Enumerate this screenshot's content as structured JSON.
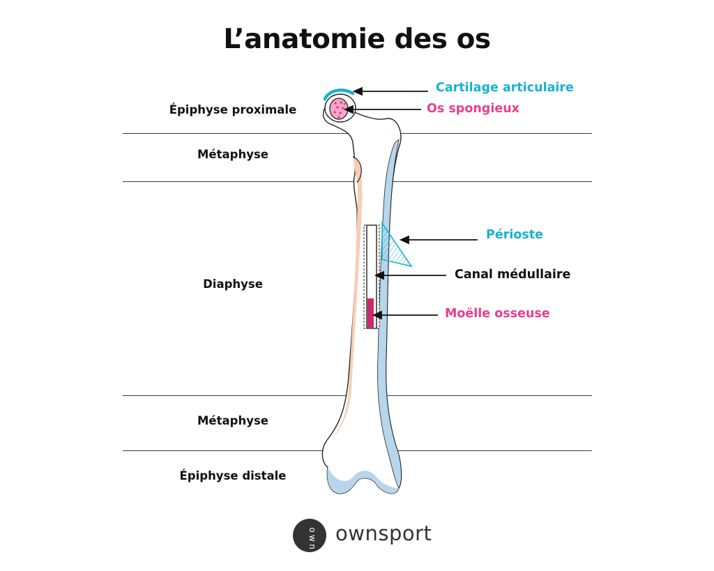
{
  "title": "L’anatomie des os",
  "regions": {
    "epiphyse_proximale": "Épiphyse proximale",
    "metaphyse_haut": "Métaphyse",
    "diaphyse": "Diaphyse",
    "metaphyse_bas": "Métaphyse",
    "epiphyse_distale": "Épiphyse distale"
  },
  "labels": {
    "cartilage": "Cartilage articulaire",
    "os_spongieux": "Os spongieux",
    "perioste": "Périoste",
    "canal": "Canal médullaire",
    "moelle": "Moëlle osseuse"
  },
  "colors": {
    "cyan": "#17b1d1",
    "pink": "#e83e8c",
    "bone_blue": "#b7d6ec",
    "bone_peach": "#f8cdb6",
    "marrow": "#cc2a6e"
  },
  "logo": {
    "text": "ownsport",
    "mark": "own"
  }
}
